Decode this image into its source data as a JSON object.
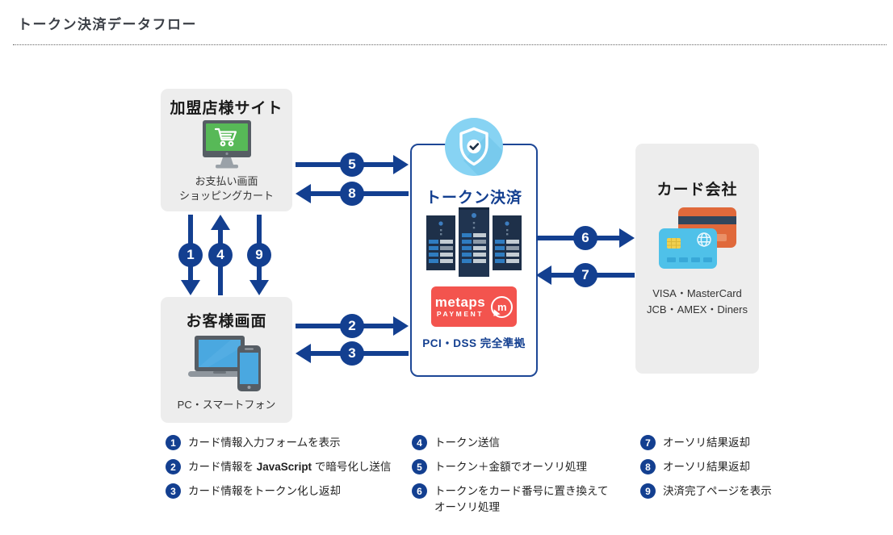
{
  "page_title": "トークン決済データフロー",
  "nodes": {
    "merchant": {
      "title": "加盟店様サイト",
      "captions": [
        "お支払い画面",
        "ショッピングカート"
      ],
      "icon": "monitor-cart-icon"
    },
    "customer": {
      "title": "お客様画面",
      "caption": "PC・スマートフォン",
      "icon": "laptop-smartphone-icon"
    },
    "token_service": {
      "title": "トークン決済",
      "icon": "shield-check-icon",
      "servers_icon": "server-rack-icon",
      "logo": {
        "word": "metaps",
        "sub": "PAYMENT",
        "mark": "m"
      },
      "compliance": "PCI・DSS 完全準拠"
    },
    "card_company": {
      "title": "カード会社",
      "captions": [
        "VISA・MasterCard",
        "JCB・AMEX・Diners"
      ],
      "icon": "credit-cards-icon"
    }
  },
  "arrows": [
    {
      "num": "1",
      "direction": "down"
    },
    {
      "num": "2",
      "direction": "right"
    },
    {
      "num": "3",
      "direction": "left"
    },
    {
      "num": "4",
      "direction": "up"
    },
    {
      "num": "5",
      "direction": "right"
    },
    {
      "num": "6",
      "direction": "right"
    },
    {
      "num": "7",
      "direction": "left"
    },
    {
      "num": "8",
      "direction": "left"
    },
    {
      "num": "9",
      "direction": "down"
    }
  ],
  "legend": {
    "columns": [
      {
        "items": [
          {
            "num": "1",
            "pre": "カード情報入力フォームを表示",
            "bold": "",
            "post": ""
          },
          {
            "num": "2",
            "pre": "カード情報を ",
            "bold": "JavaScript",
            "post": " で暗号化し送信"
          },
          {
            "num": "3",
            "pre": "カード情報をトークン化し返却",
            "bold": "",
            "post": ""
          }
        ]
      },
      {
        "items": [
          {
            "num": "4",
            "pre": "トークン送信",
            "bold": "",
            "post": ""
          },
          {
            "num": "5",
            "pre": "トークン＋金額でオーソリ処理",
            "bold": "",
            "post": ""
          },
          {
            "num": "6",
            "pre": "トークンをカード番号に置き換えて\nオーソリ処理",
            "bold": "",
            "post": ""
          }
        ]
      },
      {
        "items": [
          {
            "num": "7",
            "pre": "オーソリ結果返却",
            "bold": "",
            "post": ""
          },
          {
            "num": "8",
            "pre": "オーソリ結果返却",
            "bold": "",
            "post": ""
          },
          {
            "num": "9",
            "pre": "決済完了ページを表示",
            "bold": "",
            "post": ""
          }
        ]
      }
    ]
  },
  "colors": {
    "arrow_navy": "#133f90",
    "box_gray": "#ededed",
    "token_border": "#1d4796",
    "metaps_red": "#f3544e",
    "shield_blue": "#87d3f3",
    "screen_green": "#57b957",
    "screen_blue": "#4aa8e0",
    "card_orange": "#e0693b",
    "card_cyan": "#4fc1e9"
  }
}
